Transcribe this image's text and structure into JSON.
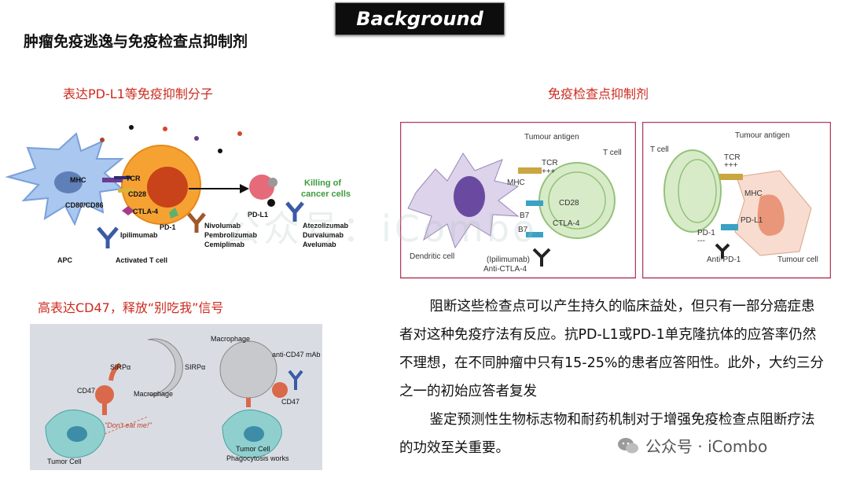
{
  "header": {
    "badge": "Background",
    "title": "肿瘤免疫逃逸与免疫检查点抑制剂"
  },
  "panel_top_left": {
    "caption": "表达PD-L1等免疫抑制分子",
    "labels": {
      "mhc": "MHC",
      "tcr": "TCR",
      "cd80": "CD80/CD86",
      "cd28": "CD28",
      "ctla4": "CTLA-4",
      "pd1": "PD-1",
      "pdl1": "PD-L1",
      "apc": "APC",
      "tcell": "Activated  T cell",
      "ipi": "Ipilimumab",
      "drugs_pd1": [
        "Nivolumab",
        "Pembrolizumab",
        "Cemiplimab"
      ],
      "drugs_pdl1": [
        "Atezolizumab",
        "Durvalumab",
        "Avelumab"
      ],
      "killing": [
        "Killing  of",
        "cancer  cells"
      ]
    }
  },
  "panel_top_right": {
    "caption": "免疫检查点抑制剂",
    "left_box": {
      "tumour_antigen": "Tumour antigen",
      "tcr": "TCR",
      "plus": "+++",
      "mhc": "MHC",
      "tcell": "T cell",
      "cd28": "CD28",
      "b7a": "B7",
      "b7b": "B7",
      "ctla4": "CTLA-4",
      "dendritic": "Dendritic cell",
      "ipi": "(Ipilimumab)",
      "anti_ctla4": "Anti-CTLA-4"
    },
    "right_box": {
      "tcell": "T cell",
      "tumour_antigen": "Tumour antigen",
      "tcr": "TCR",
      "plus": "+++",
      "mhc": "MHC",
      "pdl1": "PD-L1",
      "pd1": "PD-1",
      "minus": "---",
      "anti_pd1": "Anti-PD-1",
      "tumour_cell": "Tumour cell"
    }
  },
  "panel_bottom_left": {
    "caption": "高表达CD47，释放“别吃我”信号",
    "labels": {
      "sirpa1": "SIRPα",
      "cd47_1": "CD47",
      "macrophage1": "Macrophage",
      "dont_eat": "\"Don't eat me!\"",
      "tumor1": "Tumor Cell",
      "macrophage2": "Macrophage",
      "sirpa2": "SIRPα",
      "anti_cd47": "anti-CD47 mAb",
      "cd47_2": "CD47",
      "tumor2": "Tumor Cell",
      "phago": "Phagocytosis works"
    }
  },
  "summary": {
    "para1": "阻断这些检查点可以产生持久的临床益处，但只有一部分癌症患者对这种免疫疗法有反应。抗PD-L1或PD-1单克隆抗体的应答率仍然不理想，在不同肿瘤中只有15-25%的患者应答阳性。此外，大约三分之一的初始应答者复发",
    "para2": "鉴定预测性生物标志物和耐药机制对于增强免疫检查点阻断疗法的功效至关重要。"
  },
  "watermarks": {
    "center": "公众号：iCombo",
    "corner": "公众号 · iCombo"
  },
  "colors": {
    "caption_red": "#cc2a1e",
    "panel_border": "#b33a5a",
    "tcell_orange": "#f39a1e",
    "apc_blue": "#8fb4e8",
    "tcell_green": "#cfe8b8"
  }
}
